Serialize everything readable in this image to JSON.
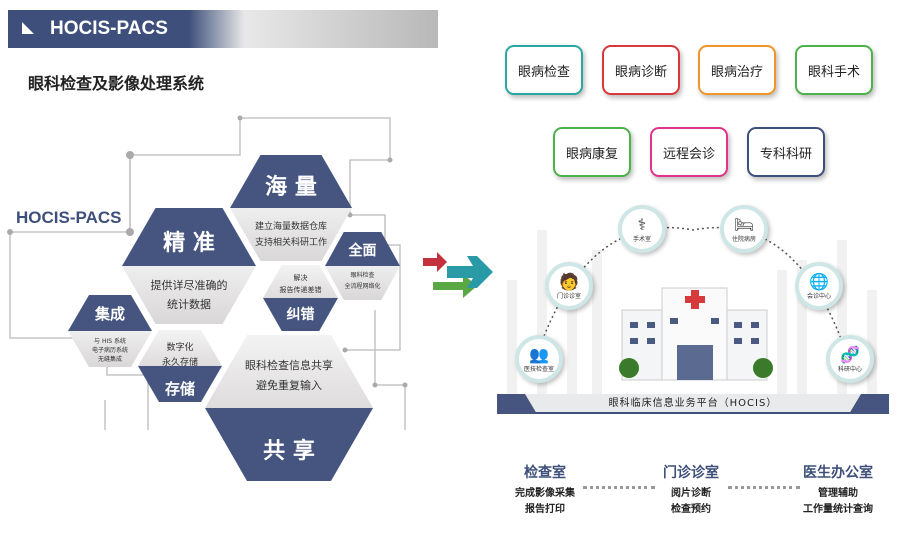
{
  "banner": {
    "title": "HOCIS-PACS"
  },
  "subtitle": "眼科检查及影像处理系统",
  "side_label": "HOCIS-PACS",
  "hexes": {
    "hailiang": {
      "title": "海 量",
      "desc1": "建立海量数据仓库",
      "desc2": "支持相关科研工作"
    },
    "jingzhun": {
      "title": "精 准",
      "desc1": "提供详尽准确的",
      "desc2": "统计数据"
    },
    "quanmian": {
      "title": "全面",
      "desc1": "眼科检查",
      "desc2": "全流程网络化"
    },
    "jiucuo": {
      "title": "纠错",
      "desc1": "解决",
      "desc2": "报告传递差错"
    },
    "jicheng": {
      "title": "集成",
      "desc1": "与 HIS 系统",
      "desc2": "电子病历系统",
      "desc3": "无缝集成"
    },
    "cunchu": {
      "title": "存储",
      "desc1": "数字化",
      "desc2": "永久存储"
    },
    "gongxiang": {
      "title": "共 享",
      "desc1": "眼科检查信息共享",
      "desc2": "避免重复输入"
    }
  },
  "modules": [
    {
      "label": "眼病检查",
      "color": "#2aa7a0"
    },
    {
      "label": "眼病诊断",
      "color": "#d8383a"
    },
    {
      "label": "眼病治疗",
      "color": "#f0952a"
    },
    {
      "label": "眼科手术",
      "color": "#4db24a"
    },
    {
      "label": "眼病康复",
      "color": "#4db24a"
    },
    {
      "label": "远程会诊",
      "color": "#e0348a"
    },
    {
      "label": "专科科研",
      "color": "#3d4f7a"
    }
  ],
  "platform": {
    "nodes": [
      {
        "label": "医技检查室",
        "icon": "meeting-icon"
      },
      {
        "label": "门诊诊室",
        "icon": "doctor-icon"
      },
      {
        "label": "手术室",
        "icon": "surgery-icon"
      },
      {
        "label": "住院病房",
        "icon": "bed-icon"
      },
      {
        "label": "会诊中心",
        "icon": "globe-icon"
      },
      {
        "label": "科研中心",
        "icon": "dna-icon"
      }
    ],
    "title": "眼科临床信息业务平台（HOCIS）"
  },
  "departments": [
    {
      "title": "检查室",
      "lines": [
        "完成影像采集",
        "报告打印"
      ]
    },
    {
      "title": "门诊诊室",
      "lines": [
        "阅片诊断",
        "检查预约"
      ]
    },
    {
      "title": "医生办公室",
      "lines": [
        "管理辅助",
        "工作量统计查询"
      ]
    }
  ],
  "colors": {
    "navy": "#3d4f7a"
  }
}
